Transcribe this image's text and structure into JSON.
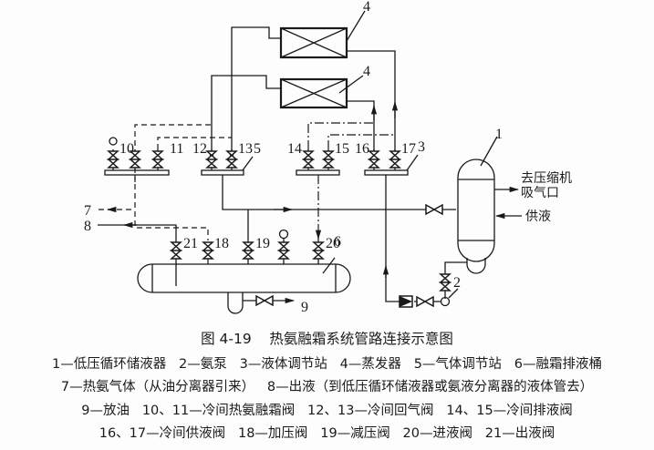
{
  "figure": {
    "title": "图 4-19    热氨融霜系统管路连接示意图",
    "legend_lines": [
      "1—低压循环储液器   2—氨泵   3—液体调节站   4—蒸发器   5—气体调节站   6—融霜排液桶",
      "7—热氨气体（从油分离器引来）   8—出液（到低压循环储液器或氨液分离器的液体管去）",
      "9—放油   10、11—冷间热氨融霜阀   12、13—冷间回气阀   14、15—冷间排液阀",
      "16、17—冷间供液阀   18—加压阀   19—减压阀   20—进液阀   21—出液阀"
    ]
  },
  "diagram": {
    "component_labels": {
      "low_pressure_receiver": "1",
      "ammonia_pump": "2",
      "liquid_station": "3",
      "evaporator_top": "4",
      "evaporator_bottom": "4",
      "gas_station": "5",
      "defrost_drain_tank": "6",
      "hot_gas_line": "7",
      "liquid_out_line": "8",
      "oil_drain": "9"
    },
    "valve_labels": {
      "v10": "10",
      "v11": "11",
      "v12": "12",
      "v13": "13",
      "v14": "14",
      "v15": "15",
      "v16": "16",
      "v17": "17",
      "v18": "18",
      "v19": "19",
      "v20": "20",
      "v21": "21"
    },
    "annotations": {
      "to_compressor_line1": "去压缩机",
      "to_compressor_line2": "吸气口",
      "liquid_supply": "供液"
    }
  }
}
